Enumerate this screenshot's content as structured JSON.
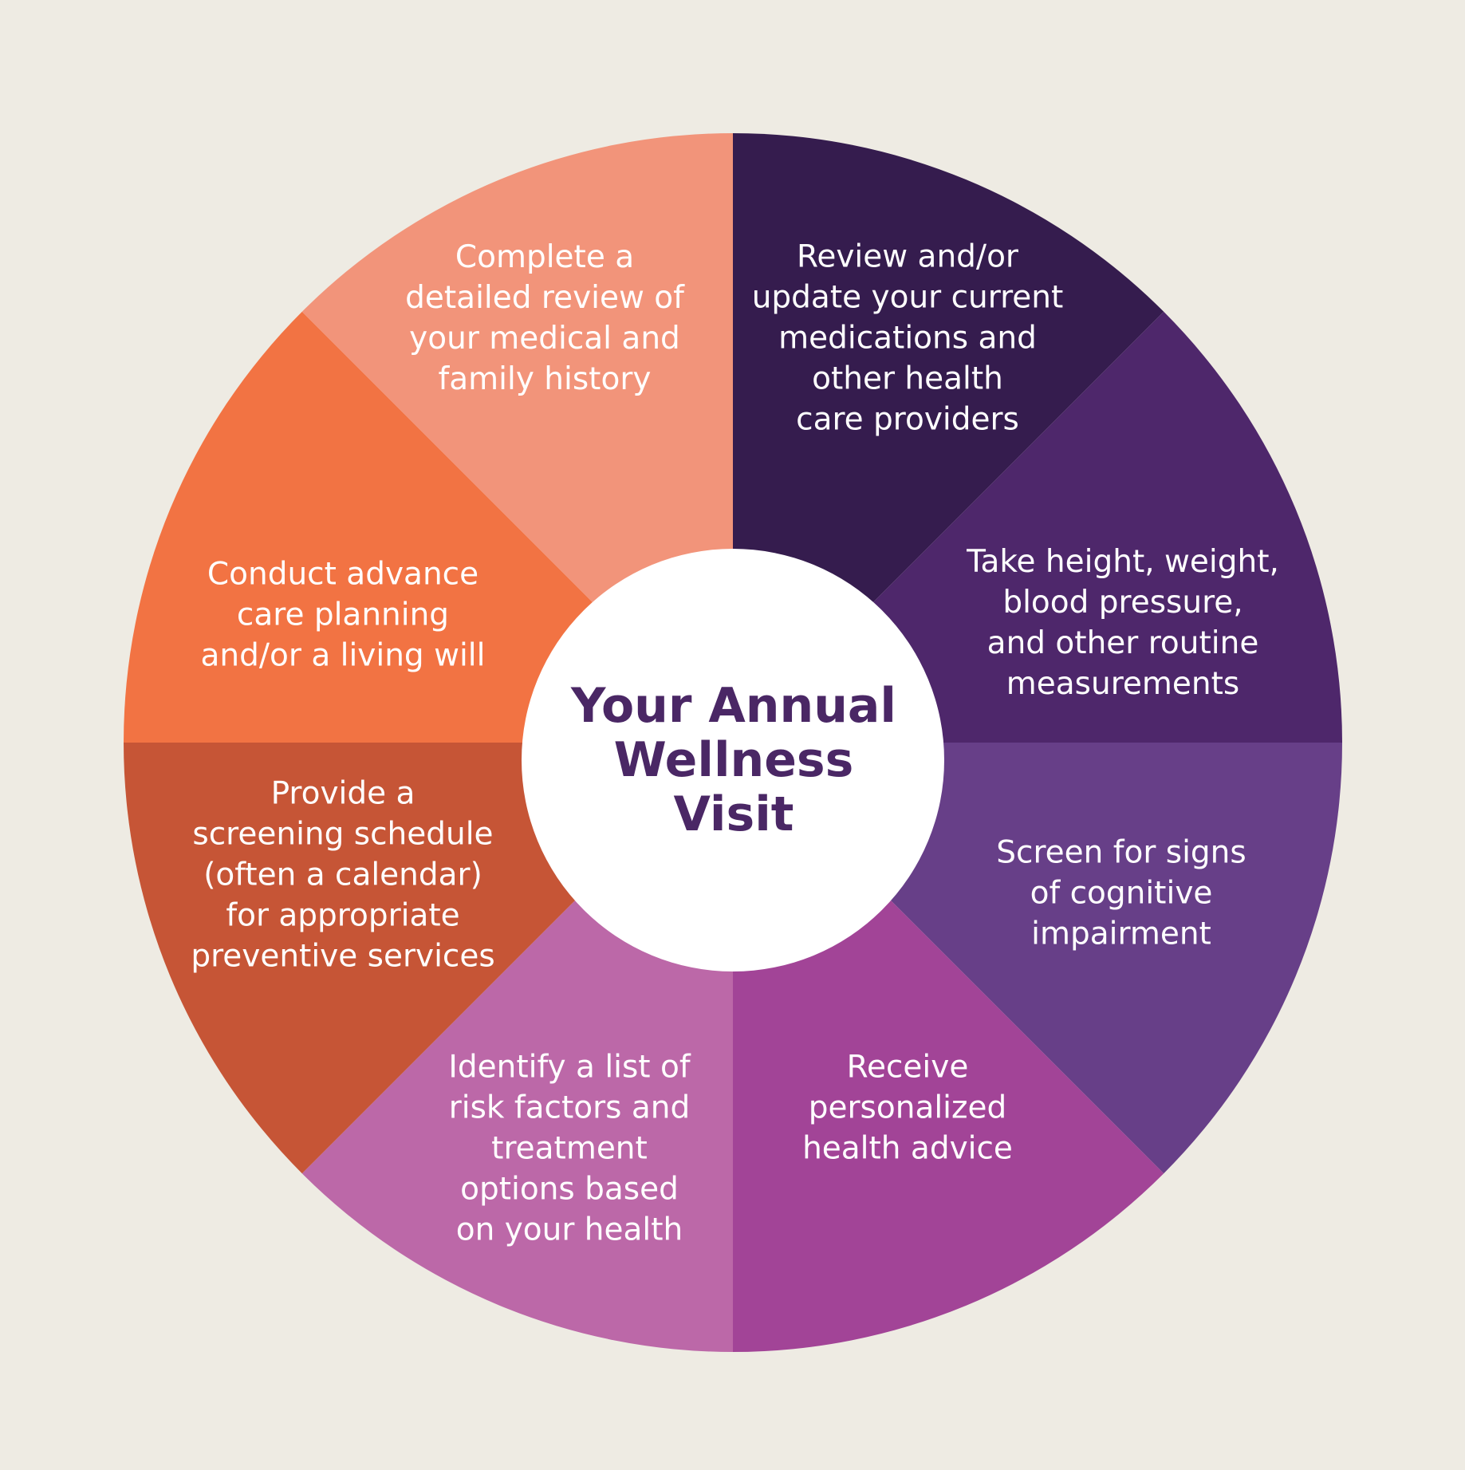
{
  "background_color": "#EEEBE3",
  "center": {
    "title_lines": [
      "Your Annual",
      "Wellness",
      "Visit"
    ],
    "circle_color": "#FFFFFF",
    "text_color": "#4A2765"
  },
  "segments": [
    {
      "color": "#351C4E",
      "lines": [
        "Complete a",
        "detailed review of",
        "your medical and",
        "family history"
      ]
    },
    {
      "color": "#4E276B",
      "lines": [
        "Review and/or",
        "update your current",
        "medications and",
        "other health",
        "care providers"
      ]
    },
    {
      "color": "#673F88",
      "lines": [
        "Take height, weight,",
        "blood pressure,",
        "and other routine",
        "measurements"
      ]
    },
    {
      "color": "#A24497",
      "lines": [
        "Screen for signs",
        "of cognitive",
        "impairment"
      ]
    },
    {
      "color": "#BC68A8",
      "lines": [
        "Receive",
        "personalized",
        "health advice"
      ]
    },
    {
      "color": "#C65536",
      "lines": [
        "Identify a list of",
        "risk factors and",
        "treatment",
        "options based",
        "on your health"
      ]
    },
    {
      "color": "#F27343",
      "lines": [
        "Provide a",
        "screening schedule",
        "(often a calendar)",
        "for appropriate",
        "preventive services"
      ]
    },
    {
      "color": "#F2947A",
      "lines": [
        "Conduct advance",
        "care planning",
        "and/or a living will"
      ]
    }
  ]
}
